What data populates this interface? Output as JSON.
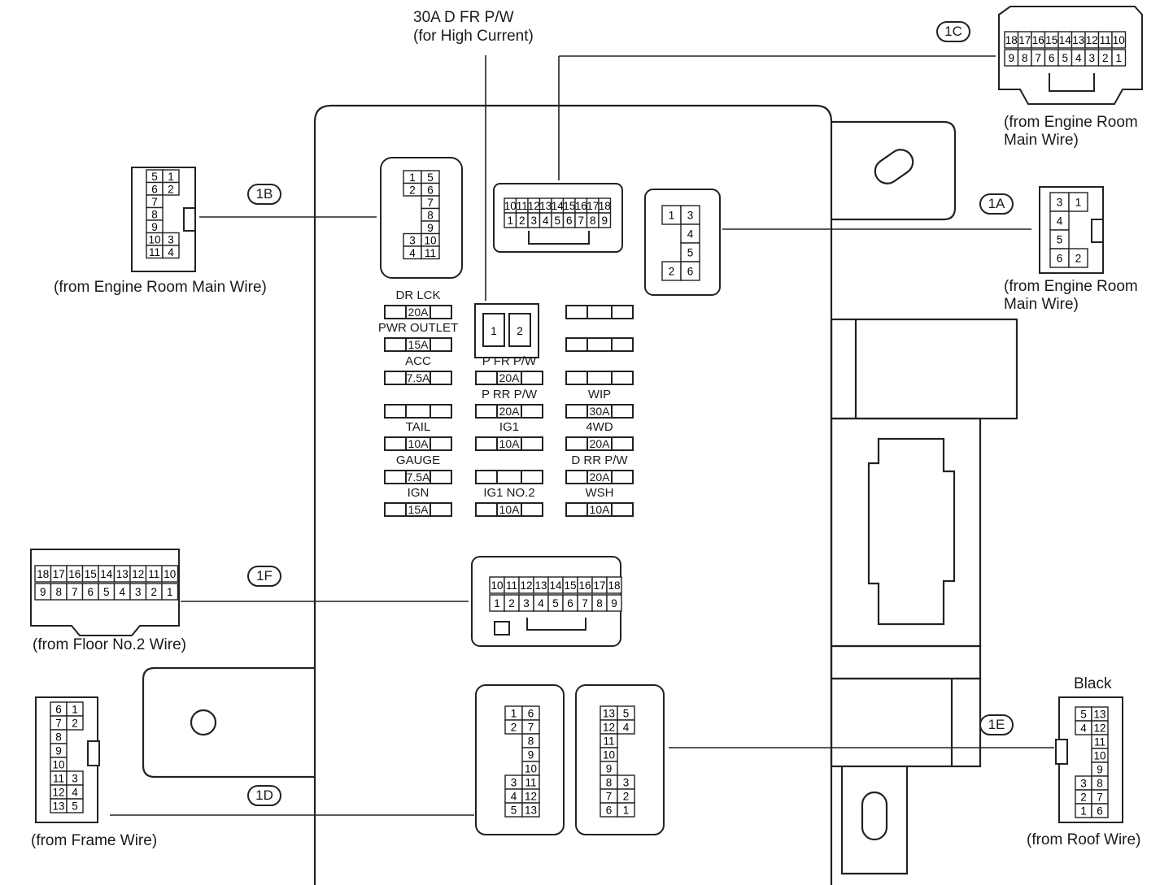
{
  "title_fuse": {
    "line1": "30A D FR P/W",
    "line2": "(for High Current)"
  },
  "connectors": {
    "c1A": {
      "id": "1A",
      "source": "(from Engine Room\nMain Wire)",
      "pins_on_box": [
        [
          "1",
          "3"
        ],
        [
          "",
          "4"
        ],
        [
          "",
          "5"
        ],
        [
          "2",
          "6"
        ]
      ],
      "pins_plug": [
        [
          "3",
          "1"
        ],
        [
          "4",
          ""
        ],
        [
          "5",
          ""
        ],
        [
          "6",
          "2"
        ]
      ]
    },
    "c1B": {
      "id": "1B",
      "source": "(from Engine Room Main Wire)",
      "pins_on_box": [
        [
          "1",
          "5"
        ],
        [
          "2",
          "6"
        ],
        [
          "",
          "7"
        ],
        [
          "",
          "8"
        ],
        [
          "",
          "9"
        ],
        [
          "3",
          "10"
        ],
        [
          "4",
          "11"
        ]
      ],
      "pins_plug": [
        [
          "5",
          "1"
        ],
        [
          "6",
          "2"
        ],
        [
          "7",
          ""
        ],
        [
          "8",
          ""
        ],
        [
          "9",
          ""
        ],
        [
          "10",
          "3"
        ],
        [
          "11",
          "4"
        ]
      ]
    },
    "c1C": {
      "id": "1C",
      "source": "(from Engine Room\nMain Wire)",
      "pins_on_box_top": [
        "10",
        "11",
        "12",
        "13",
        "14",
        "15",
        "16",
        "17",
        "18"
      ],
      "pins_on_box_bottom": [
        "1",
        "2",
        "3",
        "4",
        "5",
        "6",
        "7",
        "8",
        "9"
      ],
      "pins_plug_top": [
        "18",
        "17",
        "16",
        "15",
        "14",
        "13",
        "12",
        "11",
        "10"
      ],
      "pins_plug_bottom": [
        "9",
        "8",
        "7",
        "6",
        "5",
        "4",
        "3",
        "2",
        "1"
      ]
    },
    "c1D": {
      "id": "1D",
      "source": "(from Frame Wire)",
      "pins_on_box": [
        [
          "1",
          "6"
        ],
        [
          "2",
          "7"
        ],
        [
          "",
          "8"
        ],
        [
          "",
          "9"
        ],
        [
          "",
          "10"
        ],
        [
          "3",
          "11"
        ],
        [
          "4",
          "12"
        ],
        [
          "5",
          "13"
        ]
      ],
      "pins_plug": [
        [
          "6",
          "1"
        ],
        [
          "7",
          "2"
        ],
        [
          "8",
          ""
        ],
        [
          "9",
          ""
        ],
        [
          "10",
          ""
        ],
        [
          "11",
          "3"
        ],
        [
          "12",
          "4"
        ],
        [
          "13",
          "5"
        ]
      ]
    },
    "c1E": {
      "id": "1E",
      "source": "(from Roof Wire)",
      "color": "Black",
      "pins_on_box": [
        [
          "13",
          "5"
        ],
        [
          "12",
          "4"
        ],
        [
          "11",
          ""
        ],
        [
          "10",
          ""
        ],
        [
          "9",
          ""
        ],
        [
          "8",
          "3"
        ],
        [
          "7",
          "2"
        ],
        [
          "6",
          "1"
        ]
      ],
      "pins_plug": [
        [
          "5",
          "13"
        ],
        [
          "4",
          "12"
        ],
        [
          "",
          "11"
        ],
        [
          "",
          "10"
        ],
        [
          "",
          "9"
        ],
        [
          "3",
          "8"
        ],
        [
          "2",
          "7"
        ],
        [
          "1",
          "6"
        ]
      ]
    },
    "c1F": {
      "id": "1F",
      "source": "(from Floor No.2 Wire)",
      "pins_on_box_top": [
        "10",
        "11",
        "12",
        "13",
        "14",
        "15",
        "16",
        "17",
        "18"
      ],
      "pins_on_box_bottom": [
        "1",
        "2",
        "3",
        "4",
        "5",
        "6",
        "7",
        "8",
        "9"
      ],
      "pins_plug_top": [
        "18",
        "17",
        "16",
        "15",
        "14",
        "13",
        "12",
        "11",
        "10"
      ],
      "pins_plug_bottom": [
        "9",
        "8",
        "7",
        "6",
        "5",
        "4",
        "3",
        "2",
        "1"
      ]
    }
  },
  "relay_pins": [
    "1",
    "2"
  ],
  "fuses": {
    "left": [
      {
        "name": "DR LCK",
        "amp": "20A"
      },
      {
        "name": "PWR OUTLET",
        "amp": "15A"
      },
      {
        "name": "ACC",
        "amp": "7.5A"
      },
      {
        "name": "",
        "amp": ""
      },
      {
        "name": "TAIL",
        "amp": "10A"
      },
      {
        "name": "GAUGE",
        "amp": "7.5A"
      },
      {
        "name": "IGN",
        "amp": "15A"
      }
    ],
    "middle": [
      {
        "name": "P FR P/W",
        "amp": "20A"
      },
      {
        "name": "P RR P/W",
        "amp": "20A"
      },
      {
        "name": "IG1",
        "amp": "10A"
      },
      {
        "name": "",
        "amp": ""
      },
      {
        "name": "IG1 NO.2",
        "amp": "10A"
      }
    ],
    "right": [
      {
        "name": "",
        "amp": ""
      },
      {
        "name": "",
        "amp": ""
      },
      {
        "name": "",
        "amp": ""
      },
      {
        "name": "WIP",
        "amp": "30A"
      },
      {
        "name": "4WD",
        "amp": "20A"
      },
      {
        "name": "D RR P/W",
        "amp": "20A"
      },
      {
        "name": "WSH",
        "amp": "10A"
      }
    ]
  }
}
